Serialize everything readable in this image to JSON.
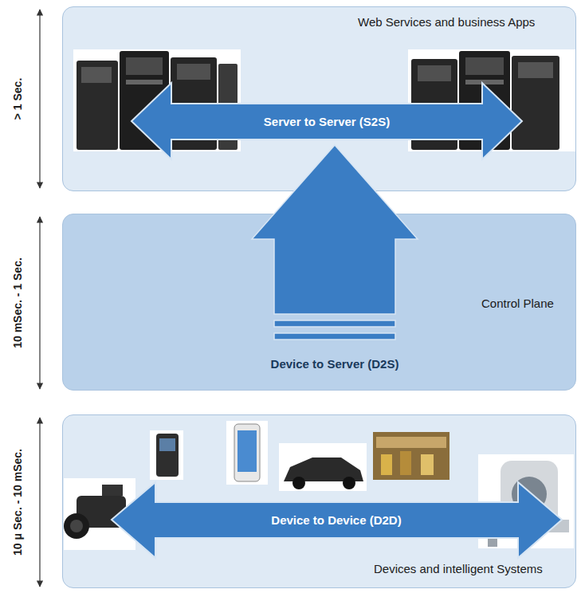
{
  "diagram": {
    "nodes": [
      {
        "text": [
          "Web Services and business Apps"
        ]
      },
      {
        "text": [
          "Control Plane"
        ]
      },
      {
        "text": [
          "Devices and intelligent Systems"
        ]
      }
    ],
    "labels": [
      "> 1 Sec.",
      "10 mSec. - 1 Sec.",
      "10 μ Sec. - 10 mSec.",
      "Server to Server (S2S)",
      "Device to Server (D2S)",
      "Device to Device (D2D)"
    ]
  }
}
